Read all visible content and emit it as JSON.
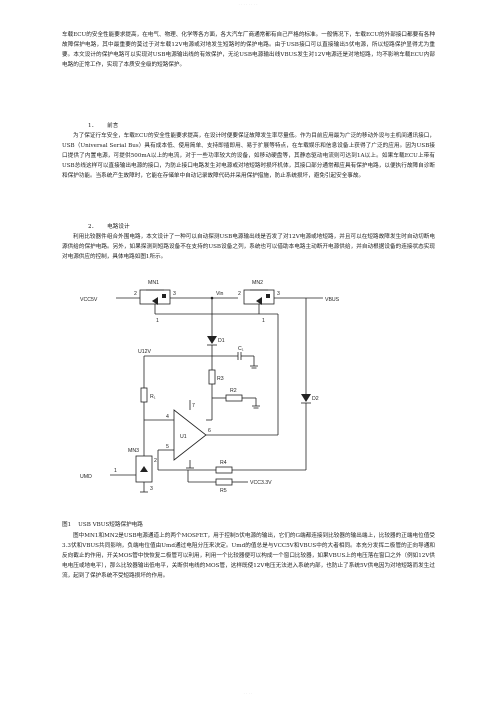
{
  "header_mark": "· · · · · · · ·",
  "footer_mark": "· · · ·",
  "intro_paragraph": "车载ECU的安全性能要求提高，在电气、物理、化学等各方面，各大汽车厂商通常都有自己严格的标准。一般情况下，车载ECU的外部接口都要有各种故障保护电路，其中最重要的莫过于对车载12V电源或对地发生短路时的保护电路。由于USB接口可以直接输出5伏电源，所以短路保护显得尤为重要。本文设计的保护电路可以实现对USB电源输出线的有效保护，无论USB电源输出线VBUS发生对12V电源还是对地短路，均不影响车载ECU内部电路的正常工作，实现了本质安全级的短路保护。",
  "section1": {
    "number": "1．",
    "title": "前言"
  },
  "section1_body": "为了保证行车安全，车载ECU的安全性能要求提高，在设计时便要保证故障发生率尽量低。作为目前应用最为广泛的移动外设与主机间通讯接口，USB（Universal Serial Bus）具有成本低、使用简单、支持即插即用、易于扩展等特点，在车载娱乐和信息设备上获得了广泛的应用。因为USB接口提供了内置电源，可提供500mA以上的电流，对于一些功率较大的设备，如移动硬盘等，其静态驱动电流则可达到1A以上。如果车载ECU上带有USB总线这样可以直接输出电源的接口，为防止接口电路发生对电源或对地短路时损坏机体，其接口部分通常都应具有保护电路，以便执行故障自诊断和保护功能。当系统产生故障时，它能在存储单中自动记录故障代码并采用保护措施，防止系统损坏，避免引起安全事故。",
  "section2": {
    "number": "2．",
    "title": "电路设计"
  },
  "section2_body": "利用比较器件组合外围电路，本文设计了一种可以自动探测USB电源输出线是否发了对12V电源或地短路，并且可以在短路故障发生时自动切断电源供给的保护电路。另外，如果探测到短路设备不在支持的USB设备之列，系统也可以借助本电路主动断开电源供给，并自动根据设备的连接状态实现对电源供应的控制，具体电路如图1所示。",
  "circuit": {
    "labels": {
      "mn1": "MN1",
      "mn2": "MN2",
      "mn3": "MN3",
      "vcc5v": "VCC5V",
      "vbus": "VBUS",
      "vin": "Vin",
      "d1": "D1",
      "d2": "D2",
      "c1": "C₁",
      "r1": "R₁",
      "r2": "R2",
      "r3": "R3",
      "r4": "R4",
      "r5": "R5",
      "u12v": "U12V",
      "u1": "U1",
      "vcc33v": "VCC3.3V",
      "umd": "UMD",
      "pin2a": "2",
      "pin1a": "1",
      "pin3a": "3",
      "pin2b": "2",
      "pin1b": "1",
      "pin3b": "3",
      "pin5": "5",
      "pin6": "6",
      "pin4": "4",
      "pin7": "7",
      "pin2c": "2",
      "pin3c": "3",
      "pin1c": "1"
    }
  },
  "figure_caption": {
    "number": "图1",
    "text": "USB VBUS短路保护电路"
  },
  "analysis_body": "图中MN1和MN2是USB电源通道上的两个MOSFET，用于控制5伏电源的输出，它们的G端都连接到比较器的输出端上，比较器的正端电位值受3.3伏和VBUS共同影响，负端电位值由Umd通过电阻分压来决定。Umd的值总是与VCC5V和VBUS中的大者相同。本充分发挥二极管的正向导通和反向截止的作用，开关MOS管中快恢复二极管可以利用，利用一个比较器便可以构成一个窗口比较器，如果VBUS上的电压落在窗口之外（例如12V供电电压或地电平），那么比较器输出低电平，关断供电线的MOS管，这样既使12V电压无法进入系统内部，也防止了系统5V供电因为对地短路而发生过流，起到了保护系统不受短路损坏的作用。"
}
